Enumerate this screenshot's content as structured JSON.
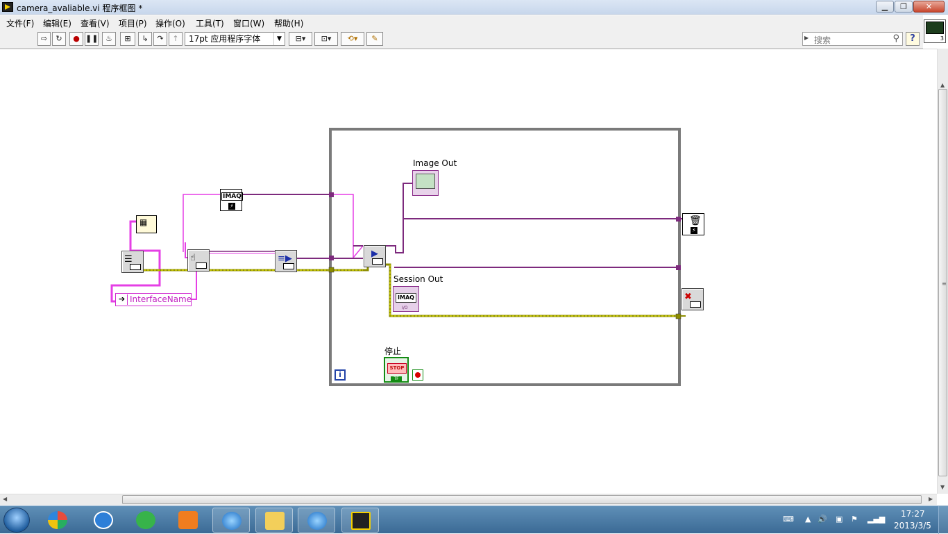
{
  "window": {
    "title": "camera_avaliable.vi 程序框图 *",
    "minimize_glyph": "▁",
    "restore_glyph": "❐",
    "close_glyph": "✕"
  },
  "menu": [
    "文件(F)",
    "编辑(E)",
    "查看(V)",
    "项目(P)",
    "操作(O)",
    "工具(T)",
    "窗口(W)",
    "帮助(H)"
  ],
  "toolbar": {
    "font_selector": "17pt 应用程序字体",
    "search_placeholder": "搜索",
    "help_label": "?",
    "vi_icon_number": "3",
    "icons": [
      "run-arrow-icon",
      "run-continuously-icon",
      "abort-icon",
      "pause-icon",
      "highlight-execution-icon",
      "retain-wire-values-icon",
      "step-into-icon",
      "step-over-icon",
      "step-out-icon",
      "align-objects-icon",
      "distribute-objects-icon",
      "reorder-icon",
      "cleanup-diagram-icon"
    ]
  },
  "diagram": {
    "labels": {
      "image_out": "Image Out",
      "session_out": "Session Out",
      "stop": "停止",
      "interface_name": "InterfaceName",
      "imaq_const": "IMAQ",
      "session_ctrl": "IMAQ",
      "stop_inner": "STOP",
      "tf": "TF",
      "iteration": "i",
      "io_tag": "I/O"
    },
    "colors": {
      "image_wire": "#7d2a7d",
      "string_wire": "#e53fe5",
      "session_wire": "#8c8c00",
      "while_loop": "#7a7a7a"
    }
  },
  "taskbar": {
    "time": "17:27",
    "date": "2013/3/5",
    "apps": [
      "ie-icon",
      "file-explorer-icon",
      "ie-icon",
      "labview-icon"
    ]
  }
}
